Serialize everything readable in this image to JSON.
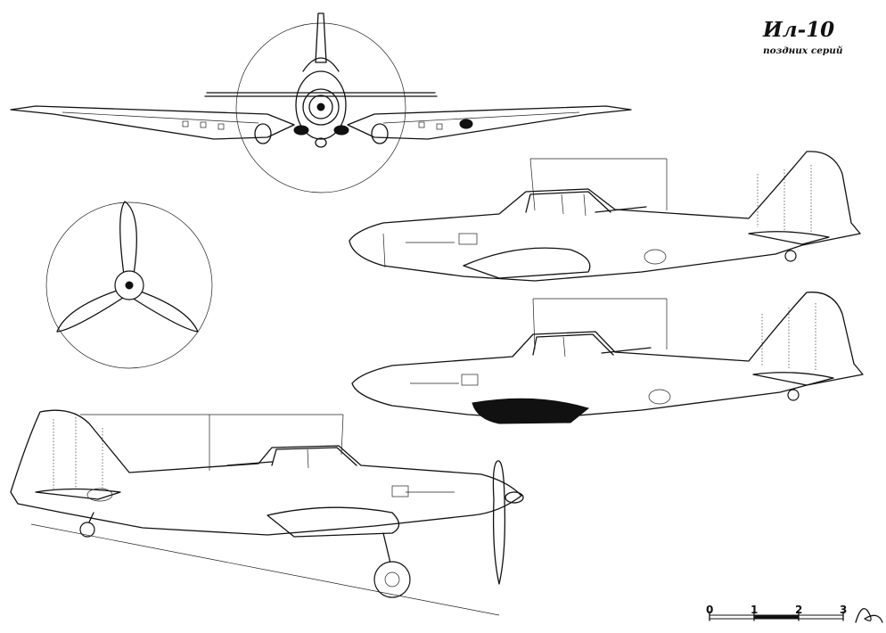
{
  "title": "Ил-10",
  "subtitle": "поздних серий",
  "scale": {
    "labels": [
      "0",
      "1",
      "2",
      "3"
    ]
  },
  "views": [
    {
      "name": "front-view"
    },
    {
      "name": "propeller-view"
    },
    {
      "name": "left-side-view"
    },
    {
      "name": "left-side-view-alt"
    },
    {
      "name": "right-side-view-gear-down"
    }
  ],
  "colors": {
    "ink": "#111111",
    "paper": "#ffffff"
  }
}
